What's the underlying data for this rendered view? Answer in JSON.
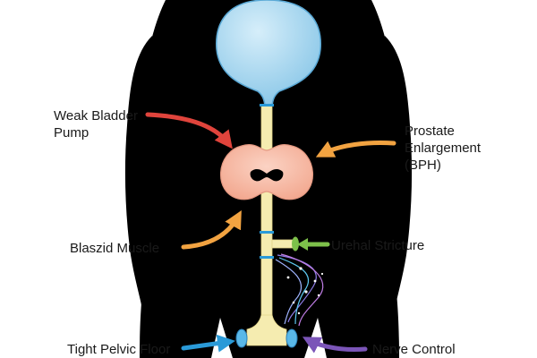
{
  "labels": {
    "weak_bladder_pump": "Weak Bladder\nPump",
    "prostate_enlargement": "Prostate\nEnlargement\n(BPH)",
    "blaszid_muscle": "Blaszid Muscle",
    "urethral_stricture": "Urehal Stricture",
    "tight_pelvic_floor": "Tight Pelvic Floor",
    "nerve_control": "Nerve Control"
  },
  "colors": {
    "silhouette": "#000000",
    "bladder": "#9fd3ee",
    "urethra": "#f5ecb0",
    "prostate": "#f6b9a2",
    "arrow_red": "#e0443c",
    "arrow_orange": "#f2a341",
    "arrow_green": "#7dc04a",
    "arrow_blue": "#2a9ad8",
    "arrow_purple": "#7b55b8",
    "nerve_glow": "#c9a8ff"
  }
}
